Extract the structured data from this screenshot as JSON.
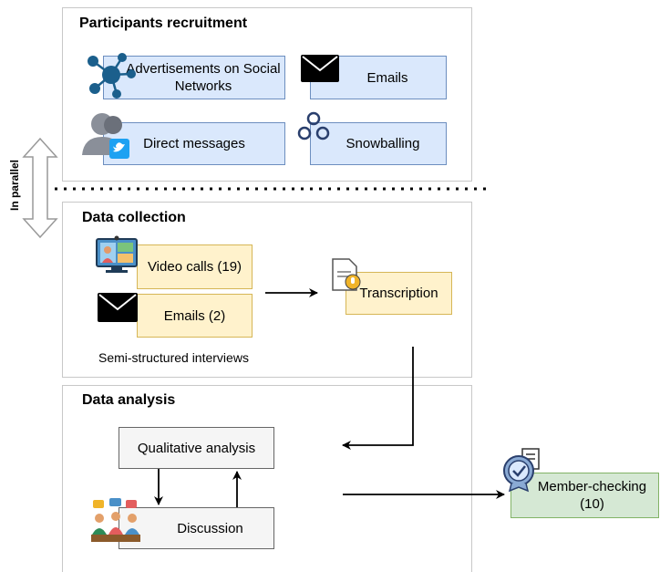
{
  "recruitment": {
    "title": "Participants recruitment",
    "ads": "Advertisements on Social Networks",
    "emails": "Emails",
    "direct": "Direct messages",
    "snowball": "Snowballing"
  },
  "parallel_label": "In parallel",
  "collection": {
    "title": "Data collection",
    "video": "Video calls (19)",
    "emails": "Emails (2)",
    "interviews": "Semi-structured interviews",
    "transcription": "Transcription"
  },
  "analysis": {
    "title": "Data analysis",
    "qualitative": "Qualitative analysis",
    "discussion": "Discussion"
  },
  "member_checking": "Member-checking (10)",
  "colors": {
    "blue_fill": "#dae8fc",
    "blue_stroke": "#6c8ebf",
    "yellow_fill": "#fff2cc",
    "yellow_stroke": "#d6b656",
    "green_fill": "#d5e8d4",
    "green_stroke": "#82b366",
    "grey_fill": "#f5f5f5"
  },
  "icons": [
    "network-icon",
    "envelope-icon",
    "user-twitter-icon",
    "snowball-icon",
    "video-call-icon",
    "document-icon",
    "team-discussion-icon",
    "badge-check-icon"
  ]
}
